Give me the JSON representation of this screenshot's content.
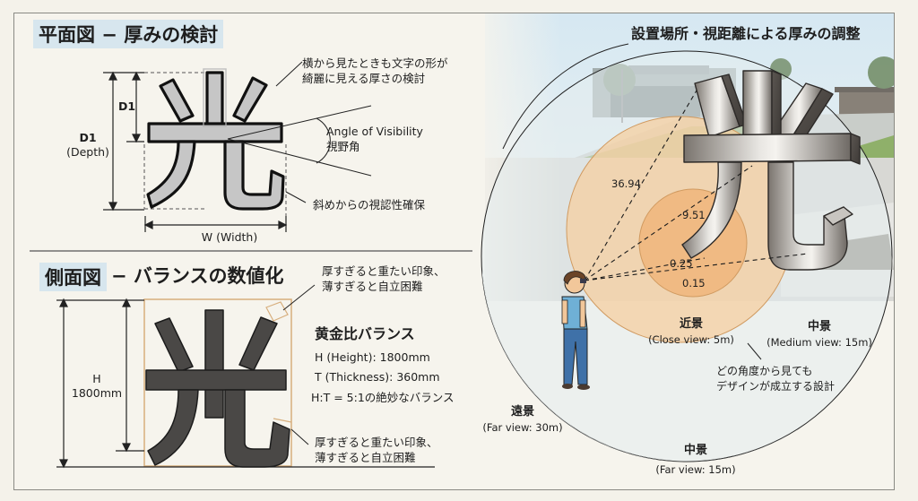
{
  "left_top": {
    "title": "平面図 − 厚みの検討",
    "note_top_line1": "横から見たときも文字の形が",
    "note_top_line2": "綺麗に見える厚さの検討",
    "angle_label_en": "Angle of Visibility",
    "angle_label_jp": "視野角",
    "note_bottom": "斜めからの視認性確保",
    "dim_d1_inner": "D1",
    "dim_d1_outer_line1": "D1",
    "dim_d1_outer_line2": "(Depth)",
    "dim_width": "W (Width)",
    "glyph": "光"
  },
  "left_bottom": {
    "title_highlight": "側面図",
    "title_rest": "− バランスの数値化",
    "note_top_line1": "厚すぎると重たい印象、",
    "note_top_line2": "薄すぎると自立困難",
    "balance_heading": "黄金比バランス",
    "height_spec": "H (Height): 1800mm",
    "thickness_spec": "T (Thickness): 360mm",
    "ratio_text": "H:T = 5:1の絶妙なバランス",
    "note_bottom_line1": "厚すぎると重たい印象、",
    "note_bottom_line2": "薄すぎると自立困難",
    "dim_h_line1": "H",
    "dim_h_line2": "1800mm",
    "glyph": "光"
  },
  "right": {
    "title": "設置場所・視距離による厚みの調整",
    "angles": [
      "36.94",
      "9.51",
      "0.25",
      "0.15"
    ],
    "zones": [
      {
        "jp": "近景",
        "en": "(Close view: 5m)"
      },
      {
        "jp": "中景",
        "en": "(Medium view: 15m)"
      },
      {
        "jp": "遠景",
        "en": "(Far view: 30m)"
      },
      {
        "jp": "中景",
        "en": "(Far view: 15m)"
      }
    ],
    "note_line1": "どの角度から見ても",
    "note_line2": "デザインが成立する設計",
    "sculpture_glyph": "光"
  },
  "colors": {
    "background": "#f4f2ea",
    "title_highlight": "#d7e6ee",
    "far_zone": "#e3eaec",
    "medium_zone": "#f6d3a8",
    "close_zone": "#f1b77a",
    "zone_border": "#d8a36a",
    "metal_glyph": "#8b8680",
    "dark_glyph": "#4a4846",
    "light_glyph": "#c9c9c9"
  }
}
